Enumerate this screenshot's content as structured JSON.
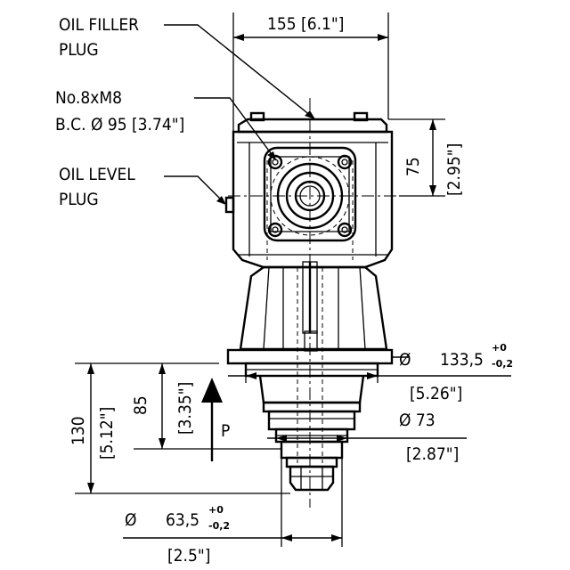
{
  "labels": {
    "oil_filler_line1": "OIL FILLER",
    "oil_filler_line2": "PLUG",
    "bolt_line1": "No.8xM8",
    "bolt_line2": "B.C. Ø 95 [3.74\"]",
    "oil_level_line1": "OIL LEVEL",
    "oil_level_line2": "PLUG",
    "force_p": "P"
  },
  "dimensions": {
    "top_width": "155 [6.1\"]",
    "right_height": "75",
    "right_height_in": "[2.95\"]",
    "flange_dia_symbol": "Ø",
    "flange_dia_value": "133,5",
    "flange_tol_upper": "+0",
    "flange_tol_lower": "-0,2",
    "flange_dia_in": "[5.26\"]",
    "spigot_dia": "Ø  73",
    "spigot_dia_in": "[2.87\"]",
    "height_total": "130",
    "height_total_in": "[5.12\"]",
    "height_85": "85",
    "height_85_in": "[3.35\"]",
    "shaft_dia_symbol": "Ø",
    "shaft_dia_value": "63,5",
    "shaft_tol_upper": "+0",
    "shaft_tol_lower": "-0,2",
    "shaft_dia_in": "[2.5\"]"
  }
}
